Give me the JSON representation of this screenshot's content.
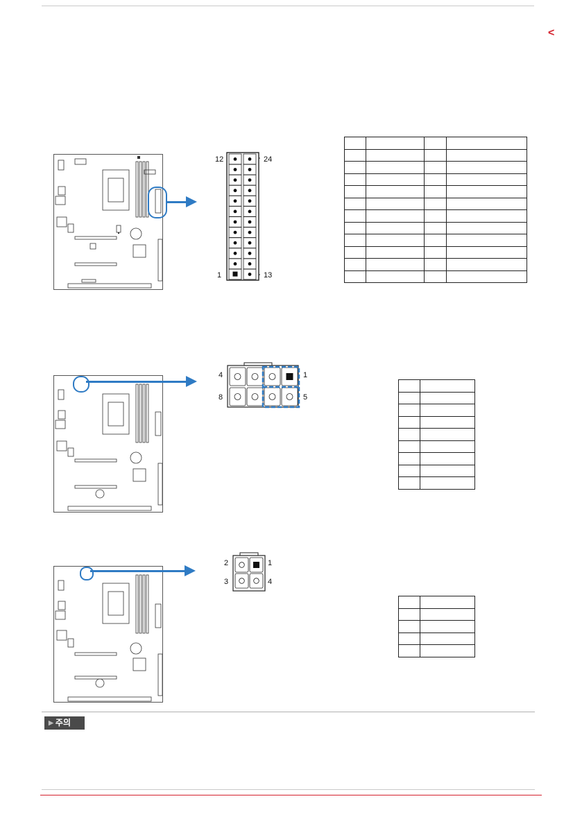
{
  "page": {
    "nav_arrow": "<",
    "accent_color": "#d4202c",
    "highlight_color": "#2f7bc4"
  },
  "atx24": {
    "label_top_left": "12",
    "label_top_right": "24",
    "label_bottom_left": "1",
    "label_bottom_right": "13",
    "table_rows": 12
  },
  "cpu8": {
    "label_top_left": "4",
    "label_top_right": "1",
    "label_bottom_left": "8",
    "label_bottom_right": "5",
    "table_rows": 9
  },
  "cpu4": {
    "label_top_left": "2",
    "label_top_right": "1",
    "label_bottom_left": "3",
    "label_bottom_right": "4",
    "table_rows": 5
  },
  "note": {
    "badge_label": "주의",
    "badge_icon": "triangle-right-icon"
  }
}
